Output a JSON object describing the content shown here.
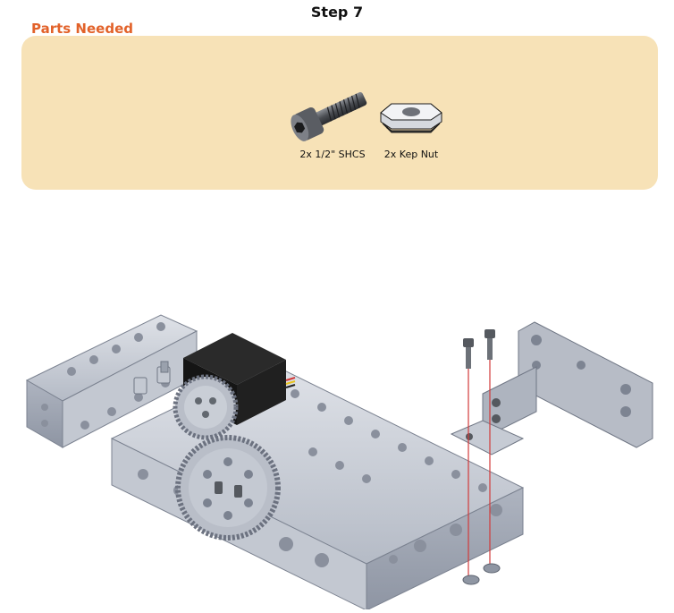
{
  "page": {
    "title": "Step 7",
    "parts_heading": "Parts Needed"
  },
  "parts": [
    {
      "quantity_label": "2x  1/2\" SHCS",
      "icon": "socket-head-cap-screw-icon"
    },
    {
      "quantity_label": "2x Kep Nut",
      "icon": "kep-nut-icon"
    }
  ],
  "colors": {
    "accent": "#e2622a",
    "panel_bg": "#f7e2b7",
    "metal": "#c7ccd6",
    "metal_dark": "#8d94a3",
    "servo_black": "#1b1b1b",
    "guide_line": "#d23a3a"
  }
}
